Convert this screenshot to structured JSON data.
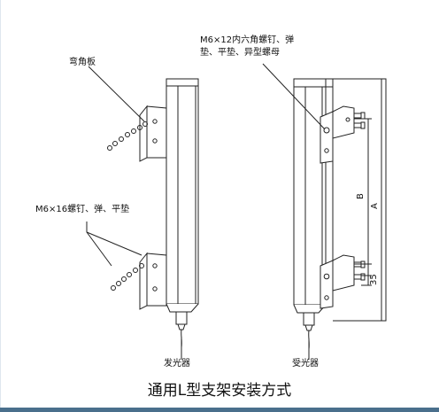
{
  "labels": {
    "bracket_plate": "弯角板",
    "screw_m6x16": "M6×16螺钉、弹、平垫",
    "screw_m6x12_line1": "M6×12内六角螺钉、弹",
    "screw_m6x12_line2": "垫、平垫、异型螺母",
    "emitter": "发光器",
    "receiver": "受光器",
    "dim_b": "B",
    "dim_a": "A",
    "dim_35": "35"
  },
  "caption": "通用L型支架安装方式",
  "colors": {
    "line": "#222222",
    "accent_bar": "#4a6f8c"
  }
}
